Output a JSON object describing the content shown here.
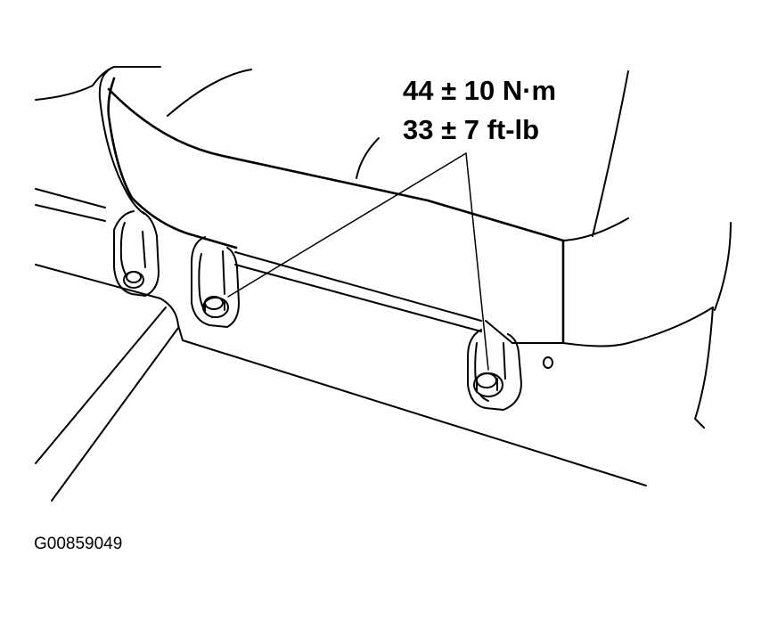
{
  "callout": {
    "torque_metric": "44 ± 10 N·m",
    "torque_imperial": "33 ± 7 ft-lb"
  },
  "figure_id": "G00859049",
  "parts": {
    "bolt_icon": "bolt-icon",
    "seat_icon": "seat-cushion-icon",
    "bracket_icon": "seat-bracket-icon"
  }
}
